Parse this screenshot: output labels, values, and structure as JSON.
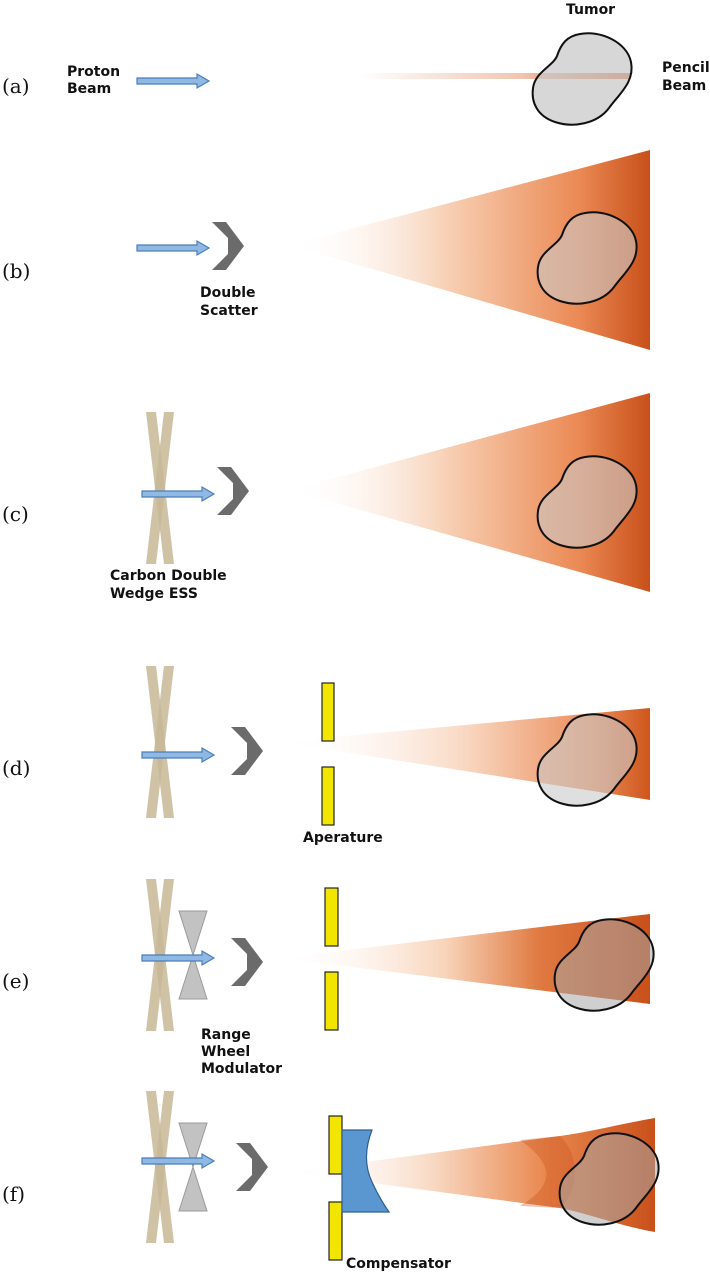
{
  "colors": {
    "beam_arrow_fill": "#8fb9e3",
    "beam_arrow_stroke": "#4a7ebb",
    "field_color": "#d35a1e",
    "tumor_fill": "#c9c9c9",
    "tumor_stroke": "#111111",
    "scatterer": "#6b6b6b",
    "wedge": "#c7b795",
    "modulator": "#c2c2c2",
    "aperture_fill": "#f2e600",
    "aperture_stroke": "#222222",
    "compensator_fill": "#5a96d0",
    "compensator_stroke": "#2e5f8f"
  },
  "panels": [
    {
      "id": "a",
      "label": "(a)",
      "beam_type": "pencil",
      "components": [],
      "captions": [
        "Proton Beam",
        "Tumor",
        "Pencil Beam"
      ]
    },
    {
      "id": "b",
      "label": "(b)",
      "beam_type": "broad",
      "components": [
        "double-scatter"
      ],
      "captions": [
        "Double Scatter"
      ]
    },
    {
      "id": "c",
      "label": "(c)",
      "beam_type": "broad",
      "components": [
        "carbon-double-wedge",
        "double-scatter"
      ],
      "captions": [
        "Carbon Double Wedge ESS"
      ]
    },
    {
      "id": "d",
      "label": "(d)",
      "beam_type": "collimated",
      "components": [
        "carbon-double-wedge",
        "double-scatter",
        "aperture"
      ],
      "captions": [
        "Aperature"
      ]
    },
    {
      "id": "e",
      "label": "(e)",
      "beam_type": "collimated-modulated",
      "components": [
        "carbon-double-wedge",
        "range-wheel-modulator",
        "double-scatter",
        "aperture"
      ],
      "captions": [
        "Range Wheel Modulator"
      ]
    },
    {
      "id": "f",
      "label": "(f)",
      "beam_type": "conformal",
      "components": [
        "carbon-double-wedge",
        "range-wheel-modulator",
        "double-scatter",
        "aperture",
        "compensator"
      ],
      "captions": [
        "Compensator"
      ]
    }
  ],
  "labels": {
    "a": {
      "panel": "(a)",
      "proton_l1": "Proton",
      "proton_l2": "Beam",
      "tumor": "Tumor",
      "pencil_l1": "Pencil",
      "pencil_l2": "Beam"
    },
    "b": {
      "panel": "(b)",
      "scatter_l1": "Double",
      "scatter_l2": "Scatter"
    },
    "c": {
      "panel": "(c)",
      "wedge_l1": "Carbon Double",
      "wedge_l2": "Wedge ESS"
    },
    "d": {
      "panel": "(d)",
      "aperture": "Aperature"
    },
    "e": {
      "panel": "(e)",
      "mod_l1": "Range",
      "mod_l2": "Wheel",
      "mod_l3": "Modulator"
    },
    "f": {
      "panel": "(f)",
      "compensator": "Compensator"
    }
  }
}
